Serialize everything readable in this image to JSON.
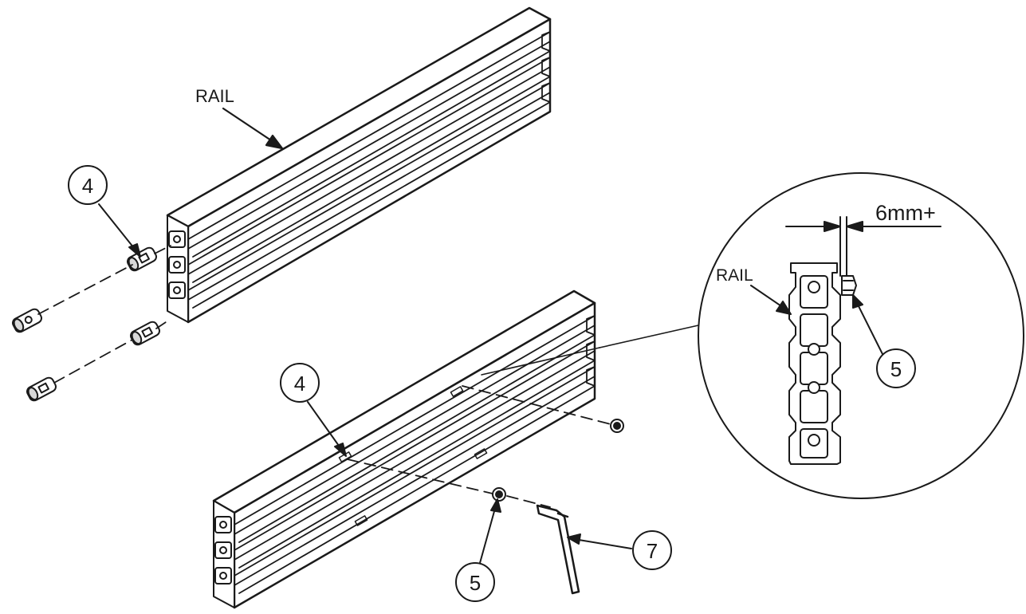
{
  "labels": {
    "rail_top": "RAIL",
    "rail_detail": "RAIL",
    "dimension": "6mm+"
  },
  "callouts": {
    "top_left": "4",
    "middle": "4",
    "detail_right": "5",
    "bottom": "5",
    "wrench": "7"
  },
  "colors": {
    "line": "#1a1a1a",
    "fill": "#ffffff",
    "shade": "#d8d8d8"
  }
}
